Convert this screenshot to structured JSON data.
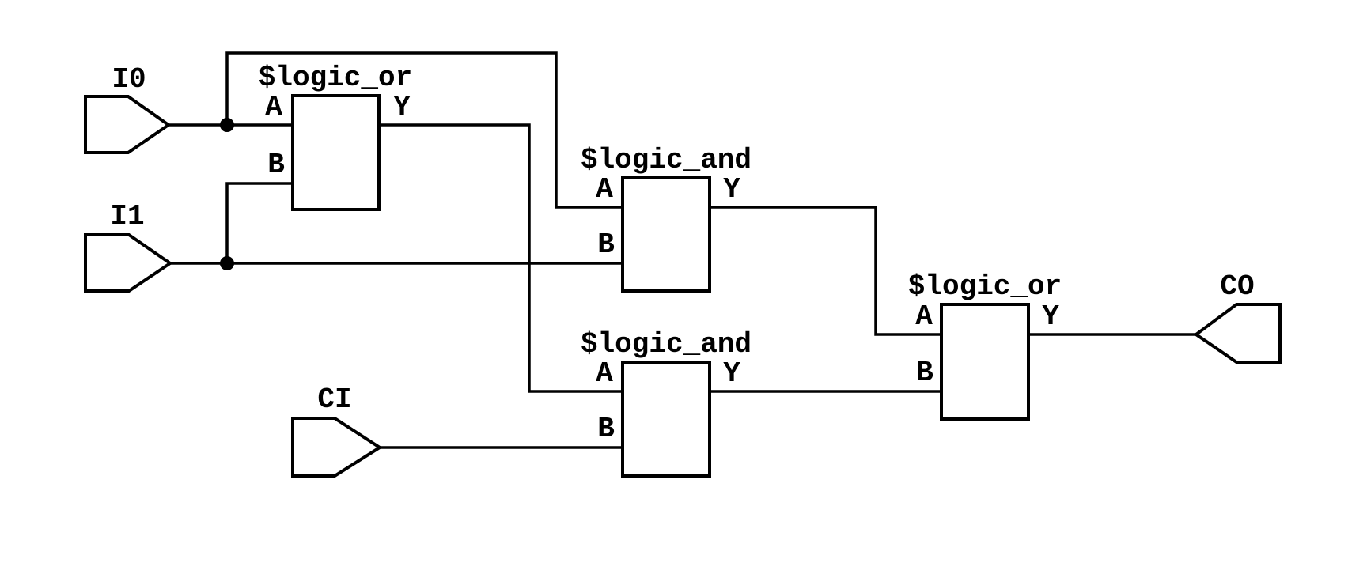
{
  "colors": {
    "background": "#ffffff",
    "line": "#000000",
    "text": "#000000"
  },
  "ports": {
    "i0": {
      "label": "I0",
      "direction": "input"
    },
    "i1": {
      "label": "I1",
      "direction": "input"
    },
    "ci": {
      "label": "CI",
      "direction": "input"
    },
    "co": {
      "label": "CO",
      "direction": "output"
    }
  },
  "gates": {
    "or_left": {
      "type": "$logic_or",
      "pins": {
        "a": "A",
        "b": "B",
        "y": "Y"
      }
    },
    "and_top": {
      "type": "$logic_and",
      "pins": {
        "a": "A",
        "b": "B",
        "y": "Y"
      }
    },
    "and_bottom": {
      "type": "$logic_and",
      "pins": {
        "a": "A",
        "b": "B",
        "y": "Y"
      }
    },
    "or_right": {
      "type": "$logic_or",
      "pins": {
        "a": "A",
        "b": "B",
        "y": "Y"
      }
    }
  },
  "connections": [
    "I0 -> or_left.A",
    "I0 -> and_top.A",
    "I1 -> or_left.B",
    "I1 -> and_top.B",
    "or_left.Y -> and_bottom.A",
    "CI -> and_bottom.B",
    "and_top.Y -> or_right.A",
    "and_bottom.Y -> or_right.B",
    "or_right.Y -> CO"
  ]
}
